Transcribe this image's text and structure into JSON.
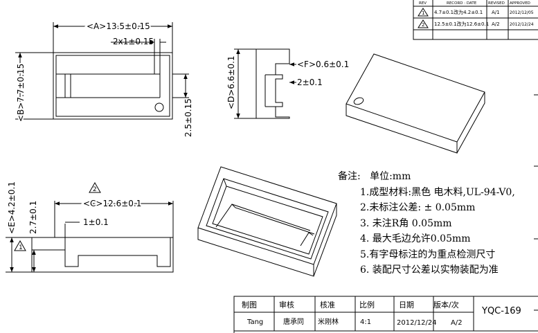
{
  "revision_table": {
    "headers": [
      "REV",
      "RECORD : DATE",
      "REVISED",
      "APPROVED"
    ],
    "rows": [
      {
        "rev": "1",
        "record": "4.7±0.1改为4.2±0.1",
        "revised": "A/1",
        "date": "2012/12/05"
      },
      {
        "rev": "2",
        "record": "12.5±0.1改为12.6±0.1",
        "revised": "A/2",
        "date": "2012/12/24"
      }
    ]
  },
  "dimensions": {
    "A": "<A>13.5±0.15",
    "B": "<B>7.7±0.15",
    "slot_2x1": "2x1±0.15",
    "h_2_5": "2.5±0.15",
    "D": "<D>6.6±0.1",
    "F": "<F>0.6±0.1",
    "w_2": "2±0.1",
    "C": "<C>12.6±0.1",
    "rev_mark_C": "2",
    "E": "<E>4.2±0.1",
    "rev_mark_E": "1",
    "h_2_7": "2.7±0.1",
    "w_1": "1±0.1"
  },
  "notes": {
    "title": "备注:",
    "unit": "单位:mm",
    "items": [
      "1.成型材料:黑色 电木料,UL-94-V0,",
      "2.未标注公差: ± 0.05mm",
      "3. 未注R角 0.05mm",
      "4. 最大毛边允许0.05mm",
      "5.有字母标注的为重点检测尺寸",
      "6. 装配尺寸公差以实物装配为准"
    ]
  },
  "title_block": {
    "headers": [
      "制图",
      "审核",
      "核准",
      "比例",
      "日期",
      "版本/次"
    ],
    "values": [
      "Tang",
      "唐承同",
      "米刚林",
      "4:1",
      "2012/12/24",
      "A/2"
    ],
    "part_number": "YQC-169"
  }
}
